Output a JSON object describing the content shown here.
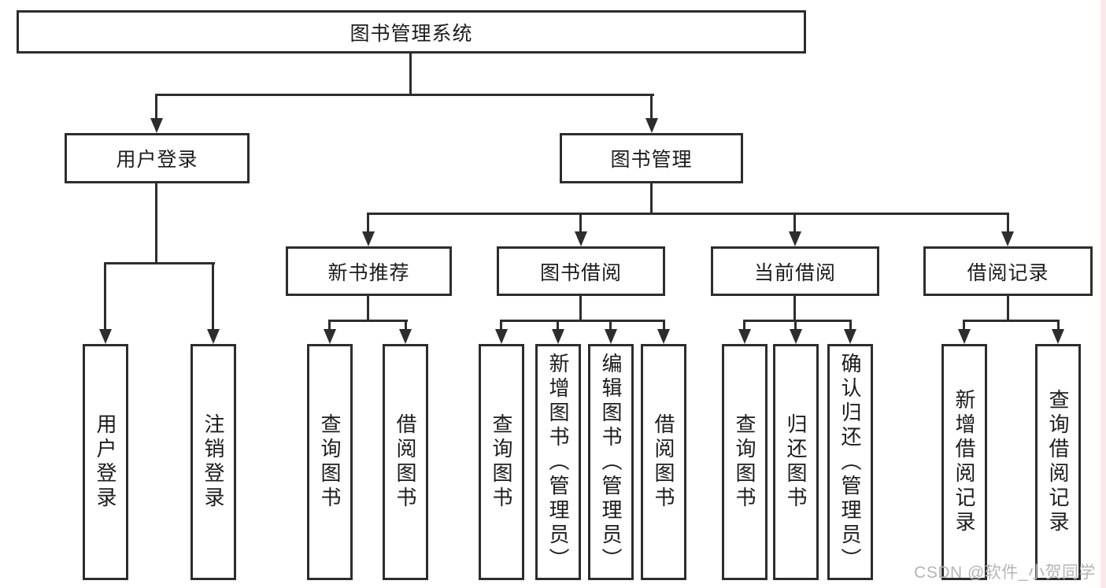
{
  "diagram": {
    "root": {
      "label": "图书管理系统"
    },
    "branches": [
      {
        "label": "用户登录",
        "children": [
          {
            "label": "用户登录"
          },
          {
            "label": "注销登录"
          }
        ]
      },
      {
        "label": "图书管理",
        "children": [
          {
            "label": "新书推荐",
            "children": [
              {
                "label": "查询图书"
              },
              {
                "label": "借阅图书"
              }
            ]
          },
          {
            "label": "图书借阅",
            "children": [
              {
                "label": "查询图书"
              },
              {
                "label": "新增图书（管理员）"
              },
              {
                "label": "编辑图书（管理员）"
              },
              {
                "label": "借阅图书"
              }
            ]
          },
          {
            "label": "当前借阅",
            "children": [
              {
                "label": "查询图书"
              },
              {
                "label": "归还图书"
              },
              {
                "label": "确认归还（管理员）"
              }
            ]
          },
          {
            "label": "借阅记录",
            "children": [
              {
                "label": "新增借阅记录"
              },
              {
                "label": "查询借阅记录"
              }
            ]
          }
        ]
      }
    ]
  },
  "watermark": {
    "text": "CSDN @软件_小贺同学"
  },
  "colors": {
    "line": "#2d2d2d",
    "background": "#ffffff",
    "watermark": "#b5b5b5",
    "right_edge_tint": "#f9e9e9"
  }
}
